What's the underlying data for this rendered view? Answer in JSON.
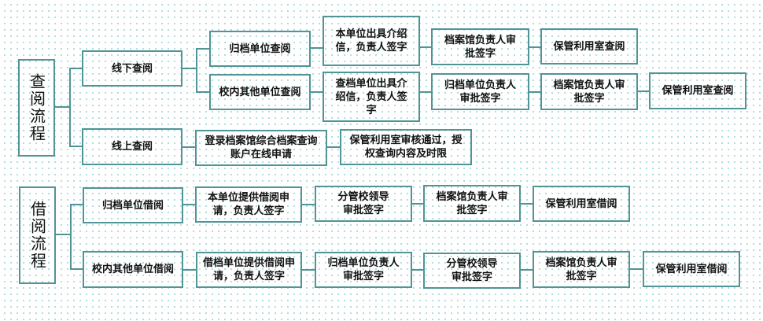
{
  "colors": {
    "line": "#4f9497",
    "text": "#111111",
    "dots": "#9fd4d2"
  },
  "query": {
    "root": "查阅流程",
    "offline": {
      "label": "线下查阅",
      "branches": [
        {
          "unit": "归档单位查阅",
          "steps": [
            "本单位出具介绍信，负责人签字",
            "档案馆负责人审批签字",
            "保管利用室查阅"
          ]
        },
        {
          "unit": "校内其他单位查阅",
          "steps": [
            "查档单位出具介绍信，负责人签字",
            "归档单位负责人审批签字",
            "档案馆负责人审批签字",
            "保管利用室查阅"
          ]
        }
      ]
    },
    "online": {
      "label": "线上查阅",
      "steps": [
        "登录档案馆综合档案查询账户在线申请",
        "保管利用室审核通过，授权查询内容及时限"
      ]
    }
  },
  "borrow": {
    "root": "借阅流程",
    "branches": [
      {
        "unit": "归档单位借阅",
        "steps": [
          "本单位提供借阅申请，负责人签字",
          "分管校领导审批签字",
          "档案馆负责人审批签字",
          "保管利用室借阅"
        ]
      },
      {
        "unit": "校内其他单位借阅",
        "steps": [
          "借档单位提供借阅申请，负责人签字",
          "归档单位负责人审批签字",
          "分管校领导审批签字",
          "档案馆负责人审批签字",
          "保管利用室借阅"
        ]
      }
    ]
  }
}
